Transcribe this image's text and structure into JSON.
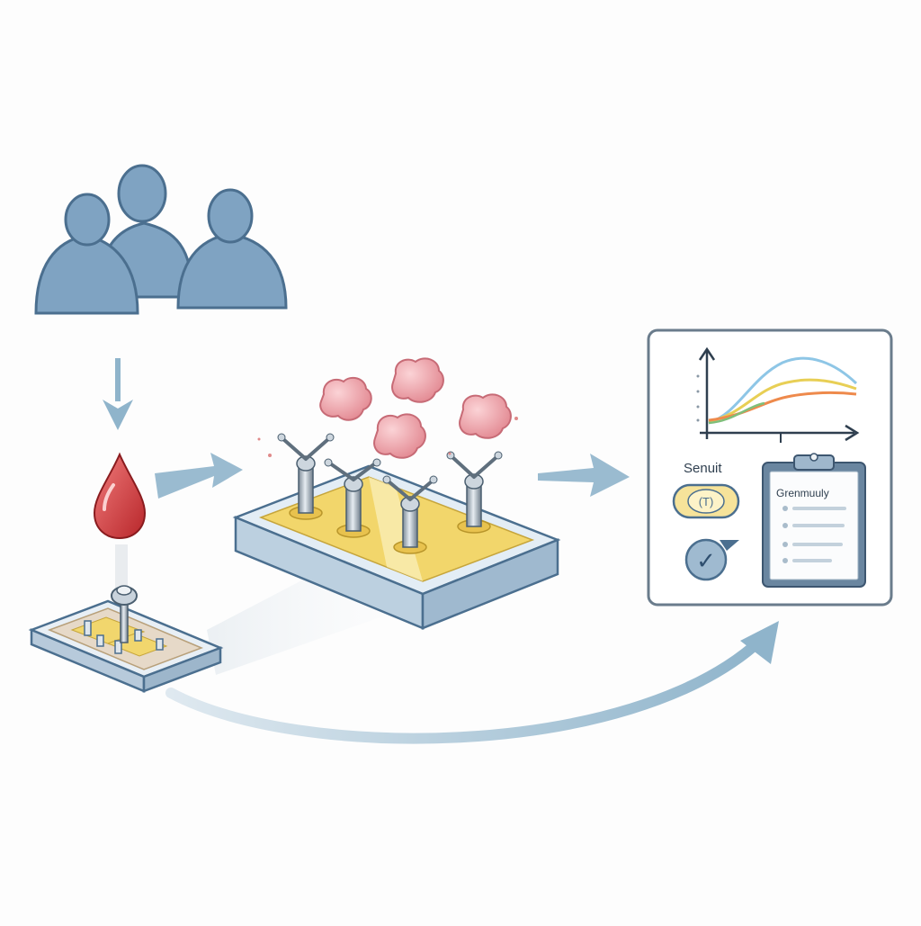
{
  "colors": {
    "person_fill": "#7fa3c2",
    "person_stroke": "#4b6f8f",
    "arrow": "#8fb4cb",
    "blood": "#d23b3b",
    "chip_base": "#dce8f2",
    "chip_side": "#a9c2d6",
    "sensor_pad": "#f2d66b",
    "molecule": "#ee9aa1",
    "antibody": "#8c9aa7",
    "panel_border": "#6a7c8c",
    "line_blue": "#8ec6e6",
    "line_yellow": "#e8cf55",
    "line_orange": "#ee8a4c",
    "line_green": "#7fbf7a"
  },
  "results_panel": {
    "badge_label": "Senuit",
    "badge_symbol": "(T)",
    "clipboard_title": "Grenmuuly",
    "check_symbol": "✓"
  }
}
